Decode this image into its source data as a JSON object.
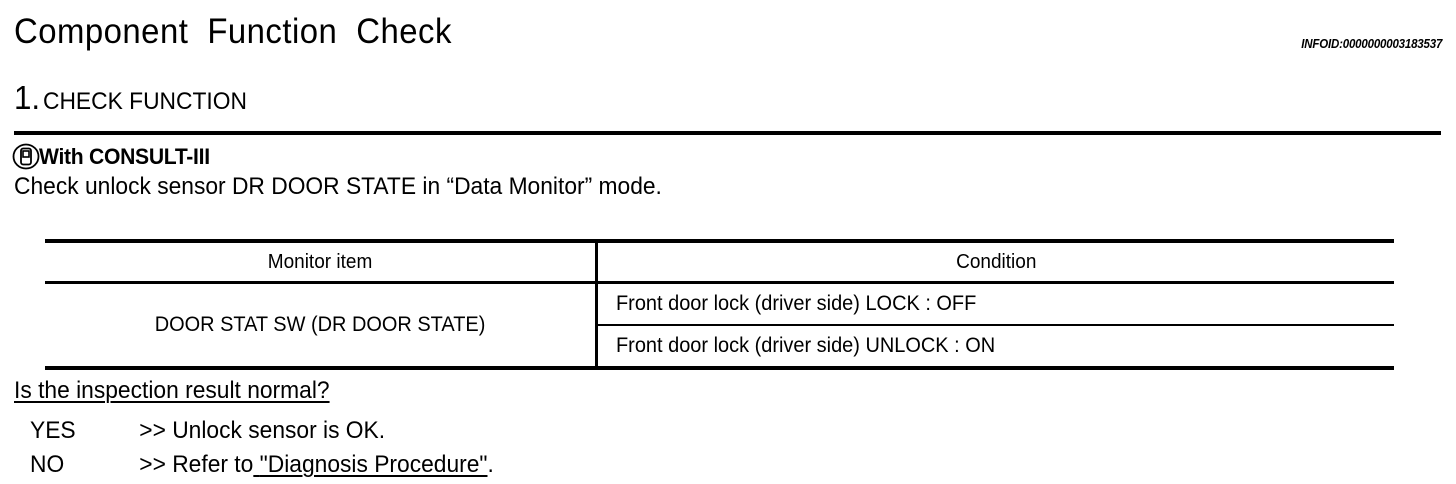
{
  "document": {
    "title": "Component  Function  Check",
    "infoid": "INFOID:0000000003183537"
  },
  "step": {
    "number": "1.",
    "label": "CHECK FUNCTION"
  },
  "consult": {
    "icon": "consult-tool-icon",
    "heading": "With CONSULT-III",
    "description": "Check unlock sensor DR DOOR STATE in “Data Monitor” mode."
  },
  "table": {
    "headers": [
      "Monitor item",
      "Condition"
    ],
    "rows": [
      {
        "monitor_item": "DOOR STAT SW (DR DOOR STATE)",
        "conditions": [
          "Front door lock (driver side) LOCK : OFF",
          "Front door lock (driver side) UNLOCK : ON"
        ]
      }
    ]
  },
  "result": {
    "question": "Is the inspection result normal?",
    "answers": [
      {
        "key": "YES",
        "arrow": ">>",
        "text": "Unlock sensor is OK.",
        "link": "",
        "tail": ""
      },
      {
        "key": "NO",
        "arrow": ">>",
        "text": "Refer to",
        "link": "\"Diagnosis Procedure\"",
        "tail": "."
      }
    ]
  },
  "colors": {
    "ink": "#000000",
    "paper": "#ffffff"
  }
}
